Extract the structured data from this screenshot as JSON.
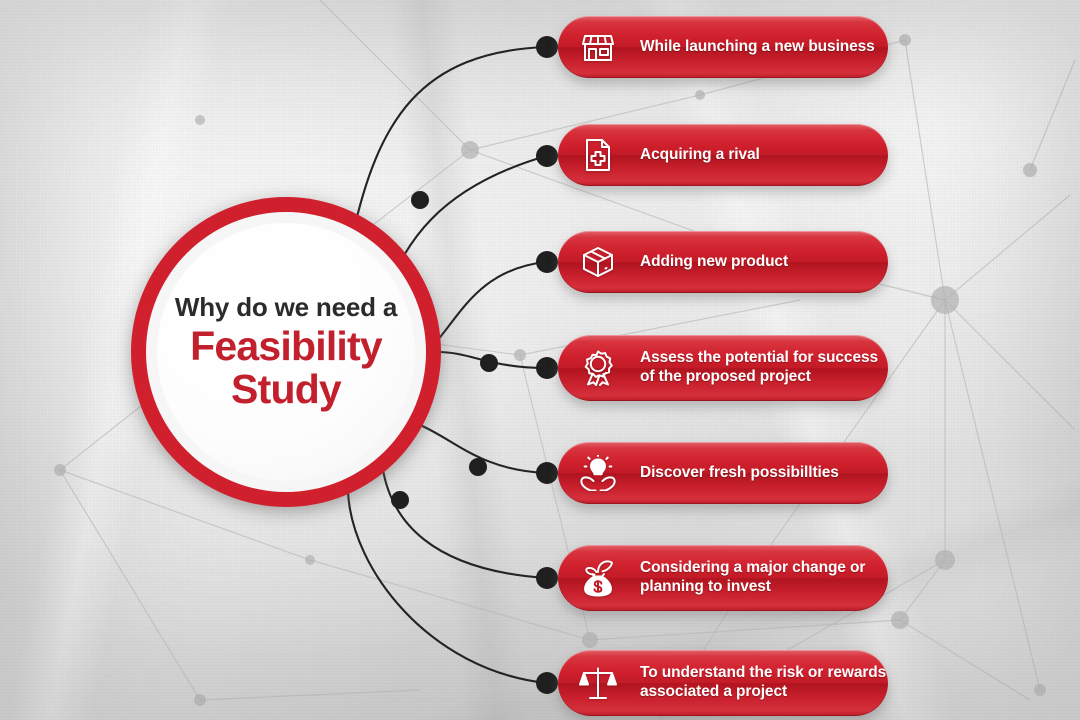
{
  "theme": {
    "accent_red": "#c3202e",
    "ring_red": "#d0202e",
    "pill_red": "#cf1f2c",
    "background_grey": "#e3e3e3",
    "connector_black": "#1f1f1f",
    "label_white": "#ffffff",
    "heading_dark": "#2b2b2b"
  },
  "hub": {
    "line1": "Why do we need a",
    "line2": "Feasibility",
    "line3": "Study"
  },
  "items": [
    {
      "icon": "storefront-icon",
      "label": "While launching a new business",
      "lines": 1
    },
    {
      "icon": "document-plus-icon",
      "label": "Acquiring a rival",
      "lines": 1
    },
    {
      "icon": "package-box-icon",
      "label": "Adding new product",
      "lines": 1
    },
    {
      "icon": "award-ribbon-icon",
      "label": "Assess the potential for success\nof the proposed project",
      "lines": 2
    },
    {
      "icon": "lightbulb-in-hands-icon",
      "label": "Discover fresh possibillties",
      "lines": 1
    },
    {
      "icon": "money-bag-plant-icon",
      "label": "Considering a major change or\nplanning to invest",
      "lines": 2
    },
    {
      "icon": "balance-scales-icon",
      "label": "To understand the risk or rewards\nassociated a project",
      "lines": 2
    }
  ]
}
